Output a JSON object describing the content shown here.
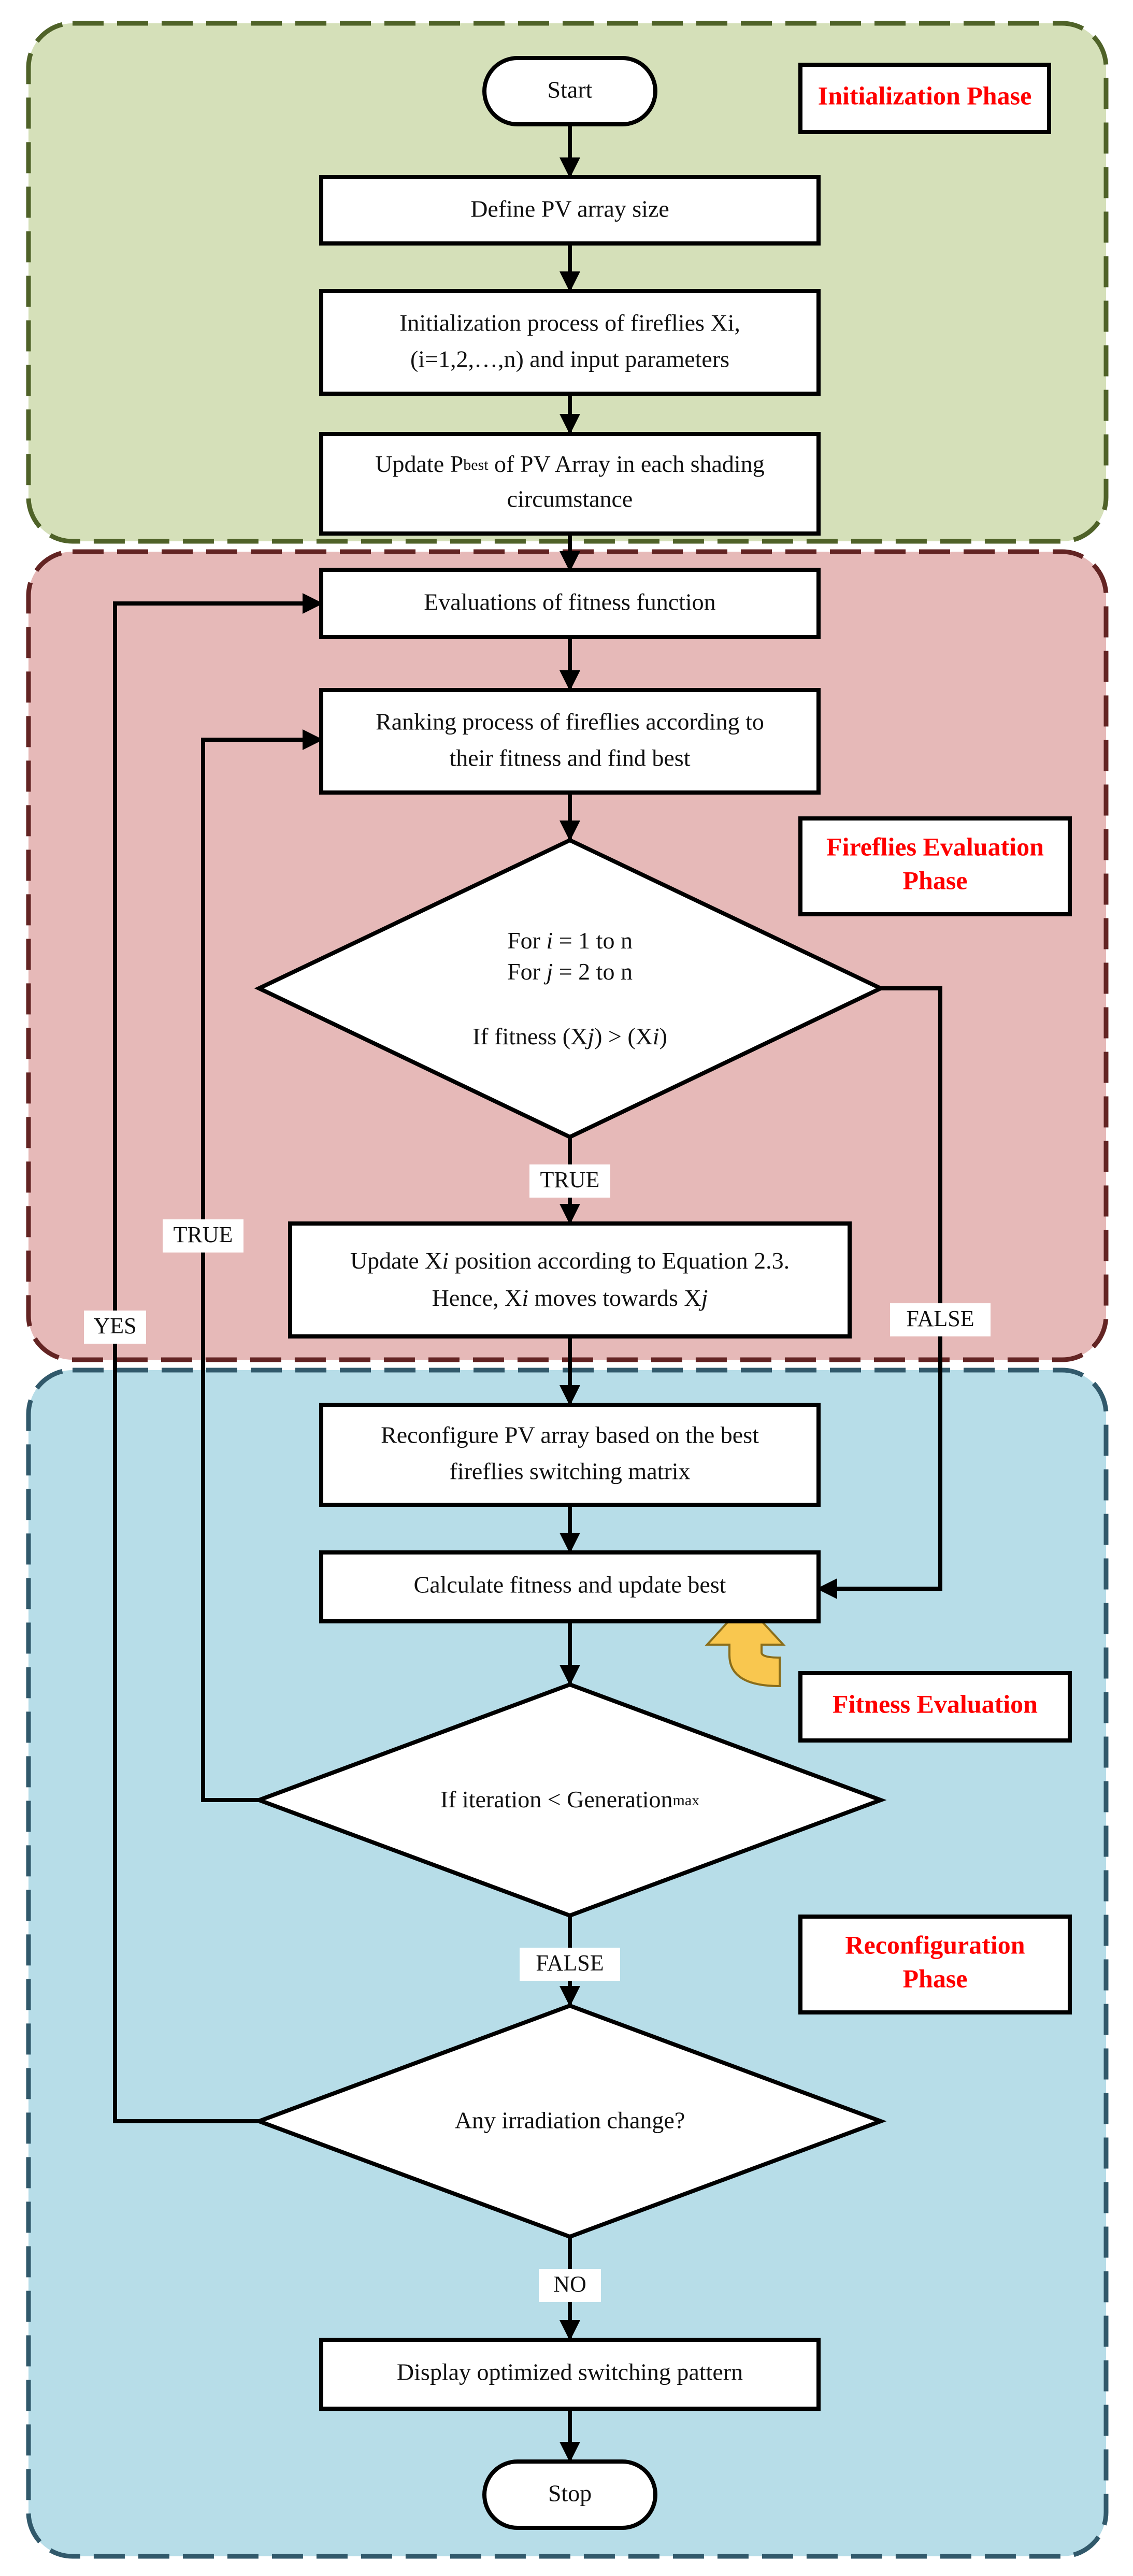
{
  "colors": {
    "init_fill": "#d5e0b9",
    "init_border": "#4f6228",
    "eval_fill": "#e6b9b8",
    "eval_border": "#632423",
    "reconf_fill": "#b7dde8",
    "reconf_border": "#31596b",
    "phase_label_text": "#ff0000",
    "fitness_arrow": "#f9c74f"
  },
  "phases": {
    "initialization": "Initialization Phase",
    "evaluation_line1": "Fireflies Evaluation",
    "evaluation_line2": "Phase",
    "fitness_evaluation": "Fitness Evaluation",
    "reconfiguration_line1": "Reconfiguration",
    "reconfiguration_line2": "Phase"
  },
  "nodes": {
    "start": "Start",
    "define": "Define PV array size",
    "init_line1": "Initialization process of fireflies Xi,",
    "init_line2": "(i=1,2,…,n) and input parameters",
    "update_pre": "Update P",
    "update_sub": "best",
    "update_post": " of PV Array in each shading",
    "update_line2": "circumstance",
    "evaluations": "Evaluations of fitness function",
    "ranking_line1": "Ranking process of fireflies according to",
    "ranking_line2": "their fitness and find best",
    "diamond1_for_i_pre": "For ",
    "diamond1_i": "i",
    "diamond1_for_i_post": " = 1 to n",
    "diamond1_for_j_pre": "For ",
    "diamond1_j": "j",
    "diamond1_for_j_post": " = 2 to n",
    "diamond1_if_pre": "If fitness (X",
    "diamond1_if_mid": ") > (X",
    "diamond1_if_post": ")",
    "updatexi_line1_pre": "Update X",
    "updatexi_line1_post": " position according to Equation 2.3.",
    "updatexi_line2_pre": "Hence, X",
    "updatexi_line2_mid": " moves towards X",
    "reconfigure_line1": "Reconfigure PV array based on the best",
    "reconfigure_line2": "fireflies switching matrix",
    "calculate": "Calculate fitness and update best",
    "diamond2_pre": "If iteration < Generation",
    "diamond2_sub": "max",
    "diamond3": "Any irradiation change?",
    "display": "Display optimized switching pattern",
    "stop": "Stop"
  },
  "edge_labels": {
    "true_below_diamond1": "TRUE",
    "true_loop_back": "TRUE",
    "yes": "YES",
    "false_right": "FALSE",
    "false_below_diamond2": "FALSE",
    "no": "NO"
  }
}
